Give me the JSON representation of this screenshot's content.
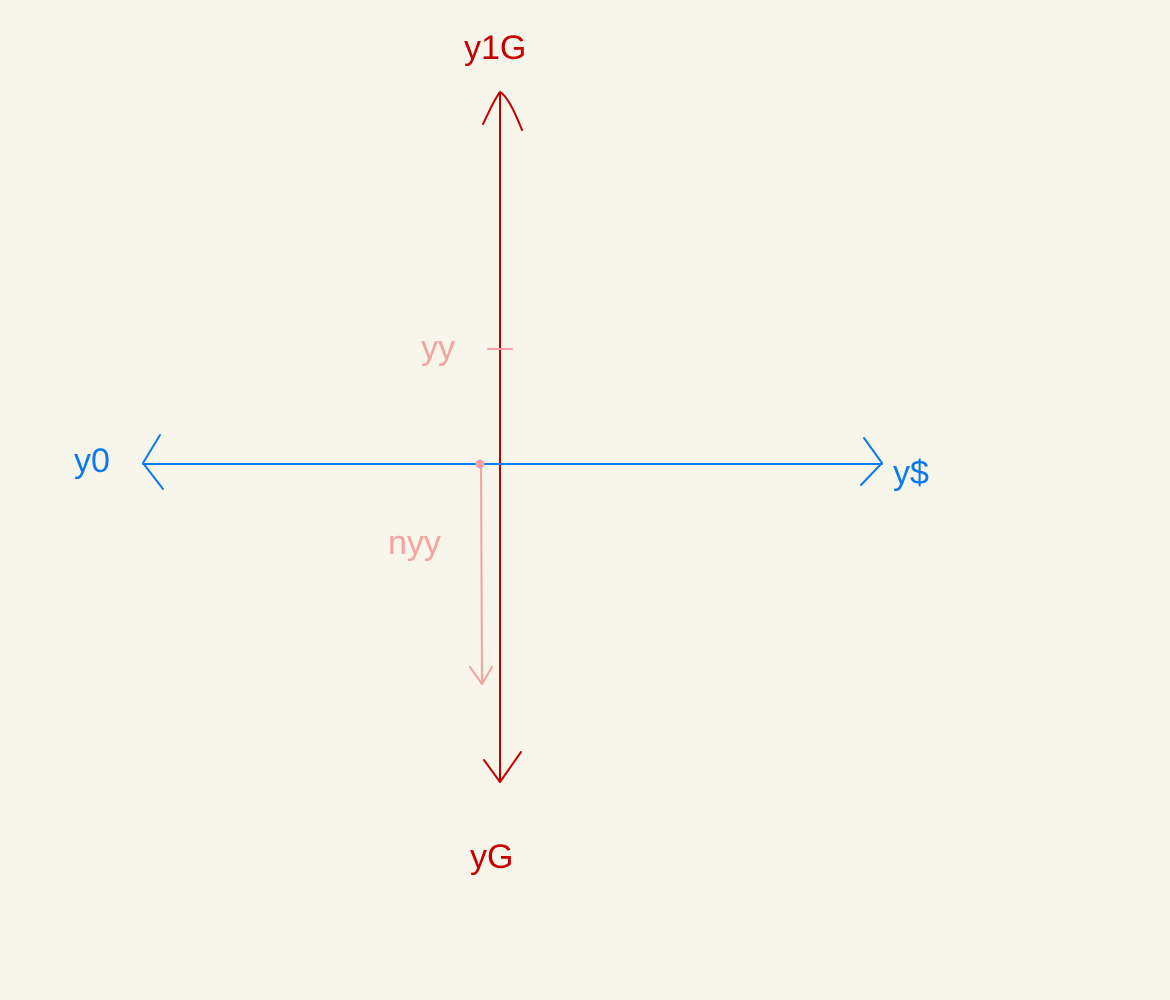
{
  "colors": {
    "background": "#f8f5ea",
    "vertical_axis": "#c40000",
    "horizontal_axis": "#0a7aef",
    "annotation": "#f4a2a2"
  },
  "labels": {
    "top": "y1G",
    "bottom": "yG",
    "left": "y0",
    "right": "y$",
    "tick": "yy",
    "arrow": "nyy"
  }
}
